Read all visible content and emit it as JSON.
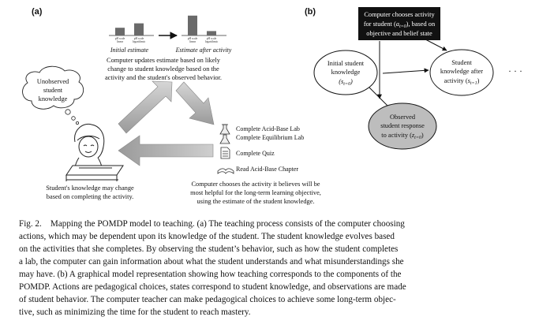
{
  "panel_a": {
    "label": "(a)",
    "estimate_before": {
      "caption": "Initial estimate",
      "bars": [
        {
          "label_line1": "pH scale",
          "label_line2": "linear",
          "level": 0.35
        },
        {
          "label_line1": "pH scale",
          "label_line2": "logarithmic",
          "level": 0.55
        }
      ]
    },
    "estimate_after": {
      "caption": "Estimate after activity",
      "bars": [
        {
          "label_line1": "pH scale",
          "label_line2": "linear",
          "level": 0.9
        },
        {
          "label_line1": "pH scale",
          "label_line2": "logarithmic",
          "level": 0.2
        }
      ]
    },
    "update_text": [
      "Computer updates estimate based on likely",
      "change to student knowledge based on the",
      "activity and the student's observed behavior."
    ],
    "thought_bubble": [
      "Unobserved",
      "student",
      "knowledge"
    ],
    "student_text": [
      "Student's knowledge may change",
      "based on completing the activity."
    ],
    "activities": [
      {
        "icon": "flask-icon",
        "label": "Complete Acid-Base Lab"
      },
      {
        "icon": "flask-icon",
        "label": "Complete Equilibrium Lab"
      },
      {
        "icon": "document-icon",
        "label": "Complete Quiz"
      },
      {
        "icon": "book-icon",
        "label": "Read Acid-Base Chapter"
      }
    ],
    "choose_text": [
      "Computer chooses the activity it believes will be",
      "most helpful for the long-term learning objective,",
      "using the estimate of the student knowledge."
    ]
  },
  "panel_b": {
    "label": "(b)",
    "action_box": {
      "line1": "Computer chooses activity",
      "line2_pre": "for student (",
      "line2_var": "a",
      "line2_sub": "t=0",
      "line2_post": "), based on",
      "line3": "objective and belief state"
    },
    "initial_node": {
      "line1": "Initial student",
      "line2": "knowledge",
      "var": "s",
      "sub": "t=0"
    },
    "after_node": {
      "line1": "Student",
      "line2": "knowledge after",
      "line3_pre": "activity (",
      "var": "s",
      "sub": "t=1",
      "line3_post": ")"
    },
    "observed_node": {
      "line1": "Observed",
      "line2": "student response",
      "line3_pre": "to activity (",
      "var": "z",
      "sub": "t=0",
      "line3_post": ")"
    },
    "ellipsis": "· · ·"
  },
  "caption": [
    "Fig. 2. Mapping the POMDP model to teaching. (a) The teaching process consists of the computer choosing",
    "actions, which may be dependent upon its knowledge of the student. The student knowledge evolves based",
    "on the activities that she completes. By observing the student’s behavior, such as how the student completes",
    "a lab, the computer can gain information about what the student understands and what misunderstandings she",
    "may have. (b) A graphical model representation showing how teaching corresponds to the components of the",
    "POMDP. Actions are pedagogical choices, states correspond to student knowledge, and observations are made",
    "of student behavior. The computer teacher can make pedagogical choices to achieve some long-term objec-",
    "tive, such as minimizing the time for the student to reach mastery."
  ]
}
